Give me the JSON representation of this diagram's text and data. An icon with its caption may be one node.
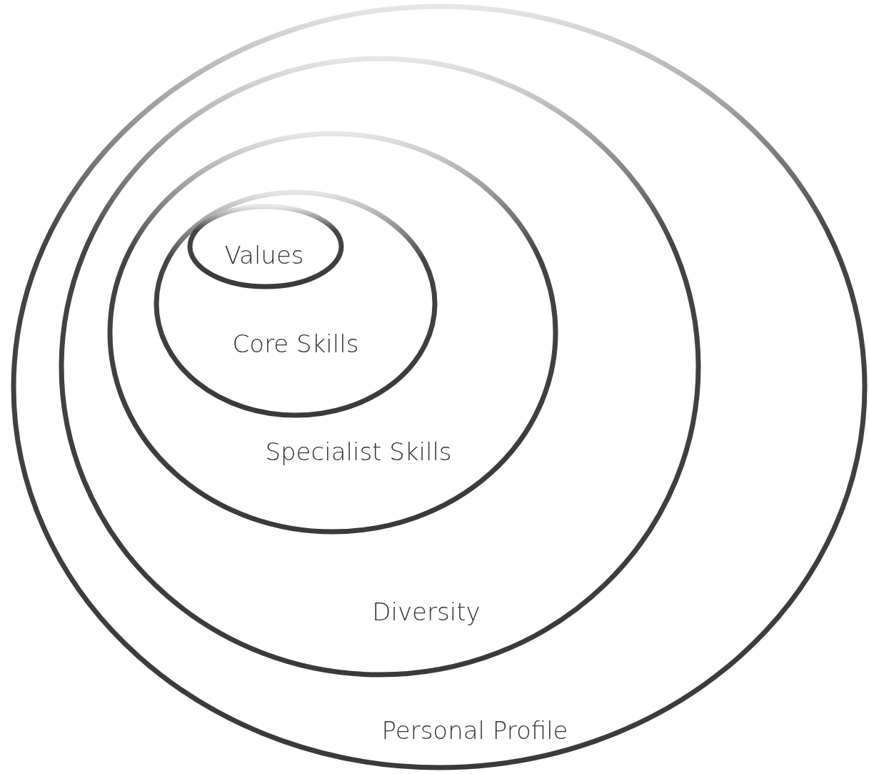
{
  "diagram": {
    "nodes": [
      {
        "text": [
          "Personal Profile"
        ]
      },
      {
        "text": [
          "Diversity"
        ],
        "in": 0
      },
      {
        "text": [
          "Specialist Skills"
        ],
        "in": 1
      },
      {
        "text": [
          "Core Skills"
        ],
        "in": 2
      },
      {
        "text": [
          "Values"
        ],
        "in": 3
      }
    ]
  }
}
